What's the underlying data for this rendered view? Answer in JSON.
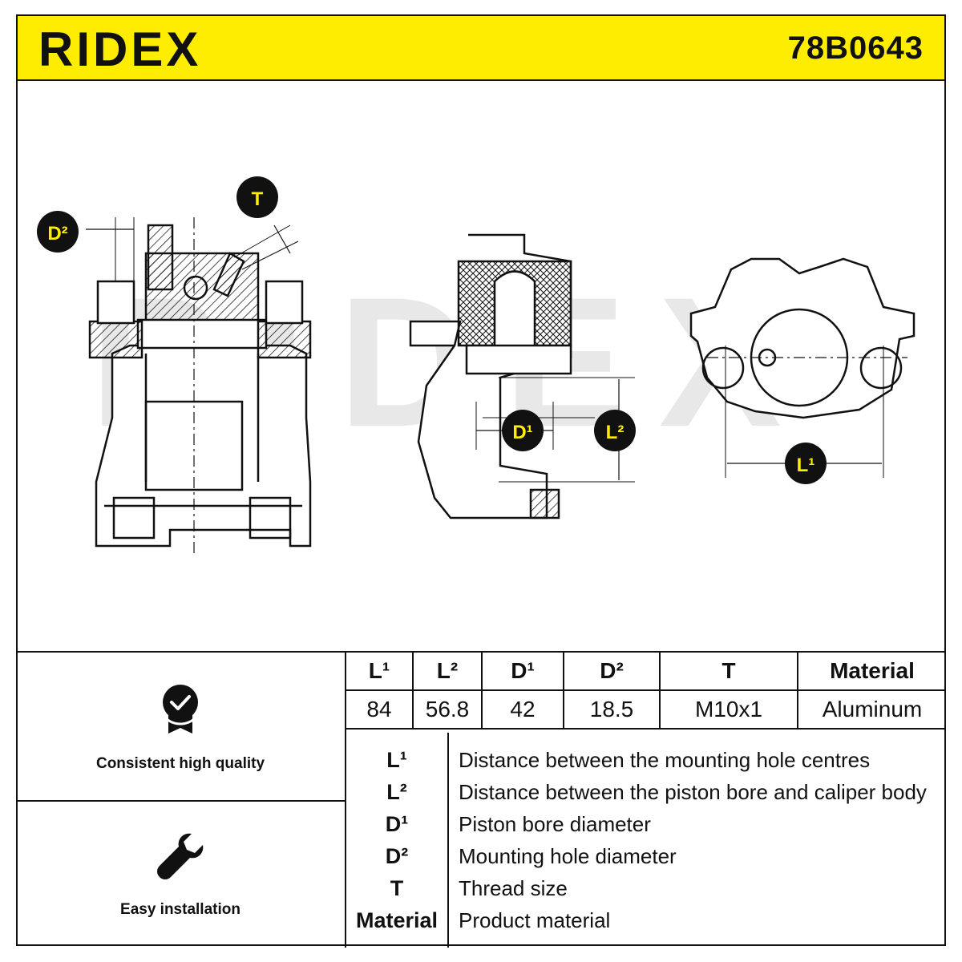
{
  "header": {
    "brand": "RIDEX",
    "part_number": "78B0643",
    "background_color": "#ffed00"
  },
  "drawing": {
    "watermark": "RIDEX",
    "callouts": {
      "d2": "D²",
      "t": "T",
      "d1": "D¹",
      "l2": "L²",
      "l1": "L¹"
    }
  },
  "features": [
    {
      "icon": "quality-badge-icon",
      "label": "Consistent high quality"
    },
    {
      "icon": "wrench-icon",
      "label": "Easy installation"
    }
  ],
  "spec_table": {
    "headers": [
      "L¹",
      "L²",
      "D¹",
      "D²",
      "T",
      "Material"
    ],
    "values": [
      "84",
      "56.8",
      "42",
      "18.5",
      "M10x1",
      "Aluminum"
    ]
  },
  "legend": [
    {
      "key": "L¹",
      "desc": "Distance between the mounting hole centres"
    },
    {
      "key": "L²",
      "desc": "Distance between the piston bore and caliper body"
    },
    {
      "key": "D¹",
      "desc": "Piston bore diameter"
    },
    {
      "key": "D²",
      "desc": "Mounting hole diameter"
    },
    {
      "key": "T",
      "desc": "Thread size"
    },
    {
      "key": "Material",
      "desc": "Product material"
    }
  ]
}
